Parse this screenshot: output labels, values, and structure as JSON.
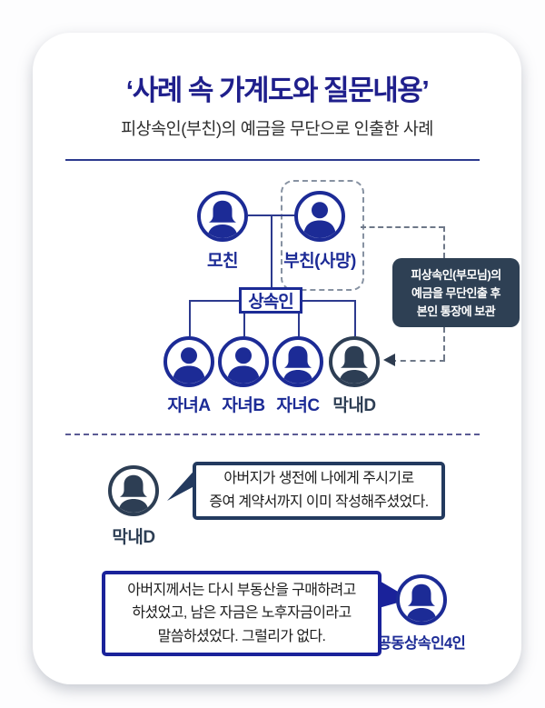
{
  "header": {
    "title": "‘사례 속 가계도와 질문내용’",
    "subtitle": "피상속인(부친)의 예금을 무단으로 인출한 사례"
  },
  "tree": {
    "mother_label": "모친",
    "father_label": "부친(사망)",
    "heir_label": "상속인",
    "children": [
      {
        "label": "자녀A"
      },
      {
        "label": "자녀B"
      },
      {
        "label": "자녀C"
      },
      {
        "label": "막내D"
      }
    ],
    "note_lines": [
      "피상속인(부모님)의",
      "예금을 무단인출 후",
      "본인 통장에 보관"
    ]
  },
  "dialogue": {
    "first": {
      "speaker": "막내D",
      "lines": [
        "아버지가 생전에 나에게 주시기로",
        "증여 계약서까지 이미 작성해주셨었다."
      ]
    },
    "second": {
      "speaker": "공동상속인4인",
      "lines": [
        "아버지께서는 다시 부동산을 구매하려고",
        "하셨었고, 남은 자금은 노후자금이라고",
        "말씀하셨었다. 그럴리가 없다."
      ]
    }
  },
  "colors": {
    "title_navy": "#1f1f8c",
    "primary_navy": "#1c2b96",
    "slate": "#2d3e54",
    "note_bg": "#2e4054",
    "bubble1_border": "#233a5f",
    "bubble2_border": "#1a229a",
    "dashed_gray": "#6e7888"
  }
}
